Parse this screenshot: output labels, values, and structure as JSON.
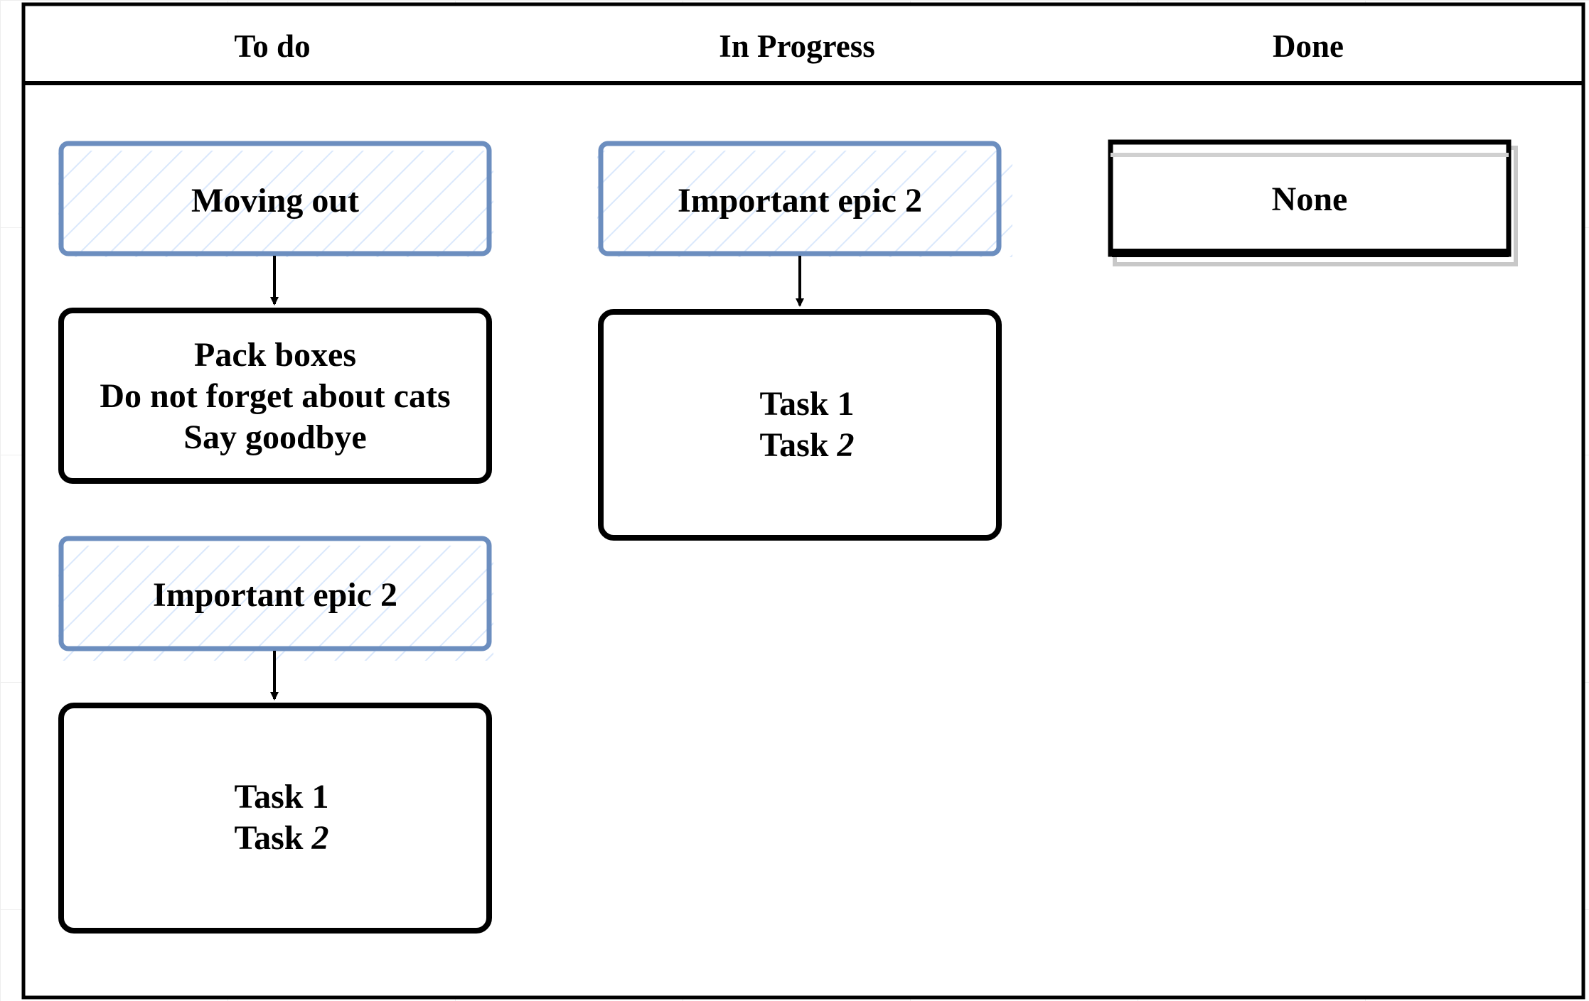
{
  "columns": [
    {
      "title": "To do"
    },
    {
      "title": "In Progress"
    },
    {
      "title": "Done"
    }
  ],
  "todo": {
    "epic1": {
      "label": "Moving out"
    },
    "tasks1": {
      "lines": [
        "Pack boxes",
        "Do not forget about cats",
        "Say goodbye"
      ]
    },
    "epic2": {
      "label": "Important epic 2"
    },
    "tasks2": {
      "line1": "Task 1",
      "line2_word": "Task",
      "line2_num": "2"
    }
  },
  "in_progress": {
    "epic": {
      "label": "Important epic 2"
    },
    "tasks": {
      "line1": "Task 1",
      "line2_word": "Task",
      "line2_num": "2"
    }
  },
  "done": {
    "card": {
      "label": "None"
    }
  },
  "colors": {
    "epic_border": "#6c8ebf",
    "epic_hatch": "#dae8fc",
    "stroke": "#000000"
  }
}
